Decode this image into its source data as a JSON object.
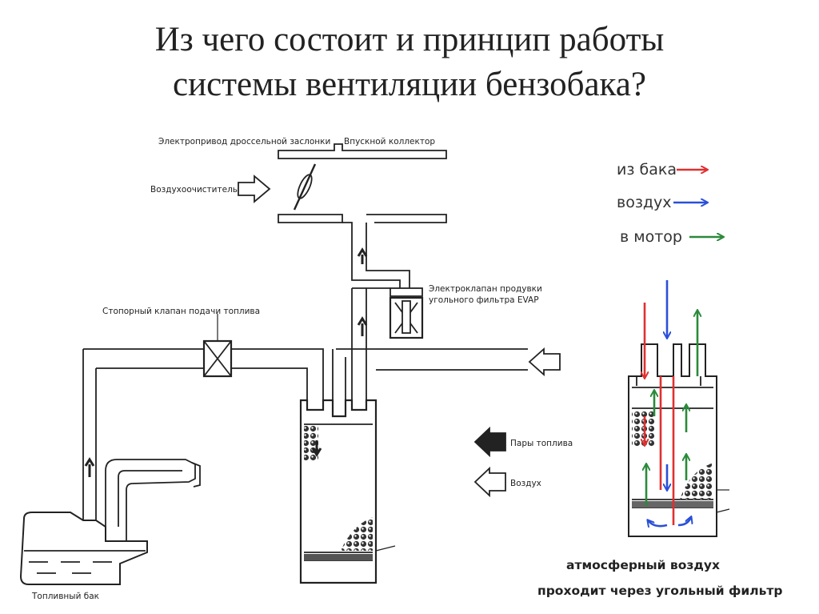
{
  "title": {
    "line1": "Из чего состоит и принцип работы",
    "line2": "системы вентиляции бензобака?"
  },
  "labels": {
    "throttle_actuator": "Электропривод дроссельной заслонки",
    "intake_manifold": "Впускной коллектор",
    "air_cleaner": "Воздухоочиститель",
    "evap_valve_line1": "Электроклапан продувки",
    "evap_valve_line2": "угольного фильтра EVAP",
    "fuel_shutoff_valve": "Стопорный клапан подачи топлива",
    "fuel_vapors": "Пары топлива",
    "air": "Воздух",
    "fuel_tank": "Топливный бак"
  },
  "legend": {
    "from_tank": "из бака",
    "air": "воздух",
    "to_engine": "в мотор"
  },
  "caption": {
    "line1": "атмосферный воздух",
    "line2": "проходит через угольный фильтр"
  },
  "colors": {
    "from_tank": "#e03030",
    "air": "#2a4fd8",
    "to_engine": "#2a8a3a",
    "line": "#222222"
  }
}
